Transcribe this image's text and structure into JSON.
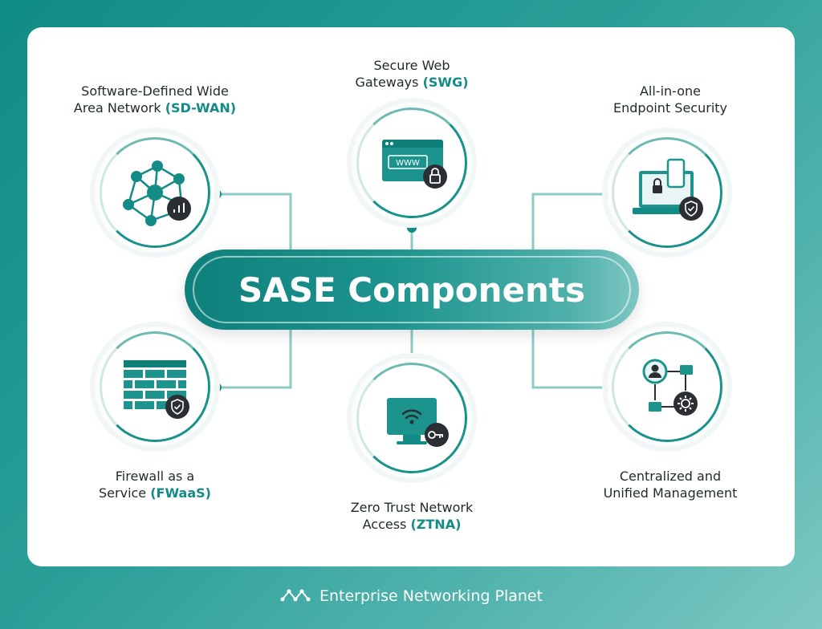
{
  "title": "SASE Components",
  "components": [
    {
      "id": "sdwan",
      "line1": "Software-Defined Wide",
      "line2_pre": "Area Network ",
      "abbr": "(SD-WAN)",
      "icon": "network-mesh-icon"
    },
    {
      "id": "swg",
      "line1": "Secure Web",
      "line2_pre": "Gateways ",
      "abbr": "(SWG)",
      "icon": "web-gateway-lock-icon"
    },
    {
      "id": "endpoint",
      "line1": "All-in-one",
      "line2_pre": "Endpoint Security",
      "abbr": "",
      "icon": "laptop-shield-icon"
    },
    {
      "id": "fwaas",
      "line1": "Firewall as a",
      "line2_pre": "Service ",
      "abbr": "(FWaaS)",
      "icon": "firewall-shield-icon"
    },
    {
      "id": "ztna",
      "line1": "Zero Trust Network",
      "line2_pre": "Access ",
      "abbr": "(ZTNA)",
      "icon": "monitor-key-icon"
    },
    {
      "id": "mgmt",
      "line1": "Centralized and",
      "line2_pre": "Unified Management",
      "abbr": "",
      "icon": "management-gear-icon"
    }
  ],
  "footer": {
    "brand": "Enterprise Networking Planet",
    "logo": "enp-logo-icon"
  },
  "colors": {
    "accent": "#138b86",
    "dark": "#2b2f33",
    "bg_start": "#0f8b85",
    "bg_end": "#7ec8c3"
  }
}
